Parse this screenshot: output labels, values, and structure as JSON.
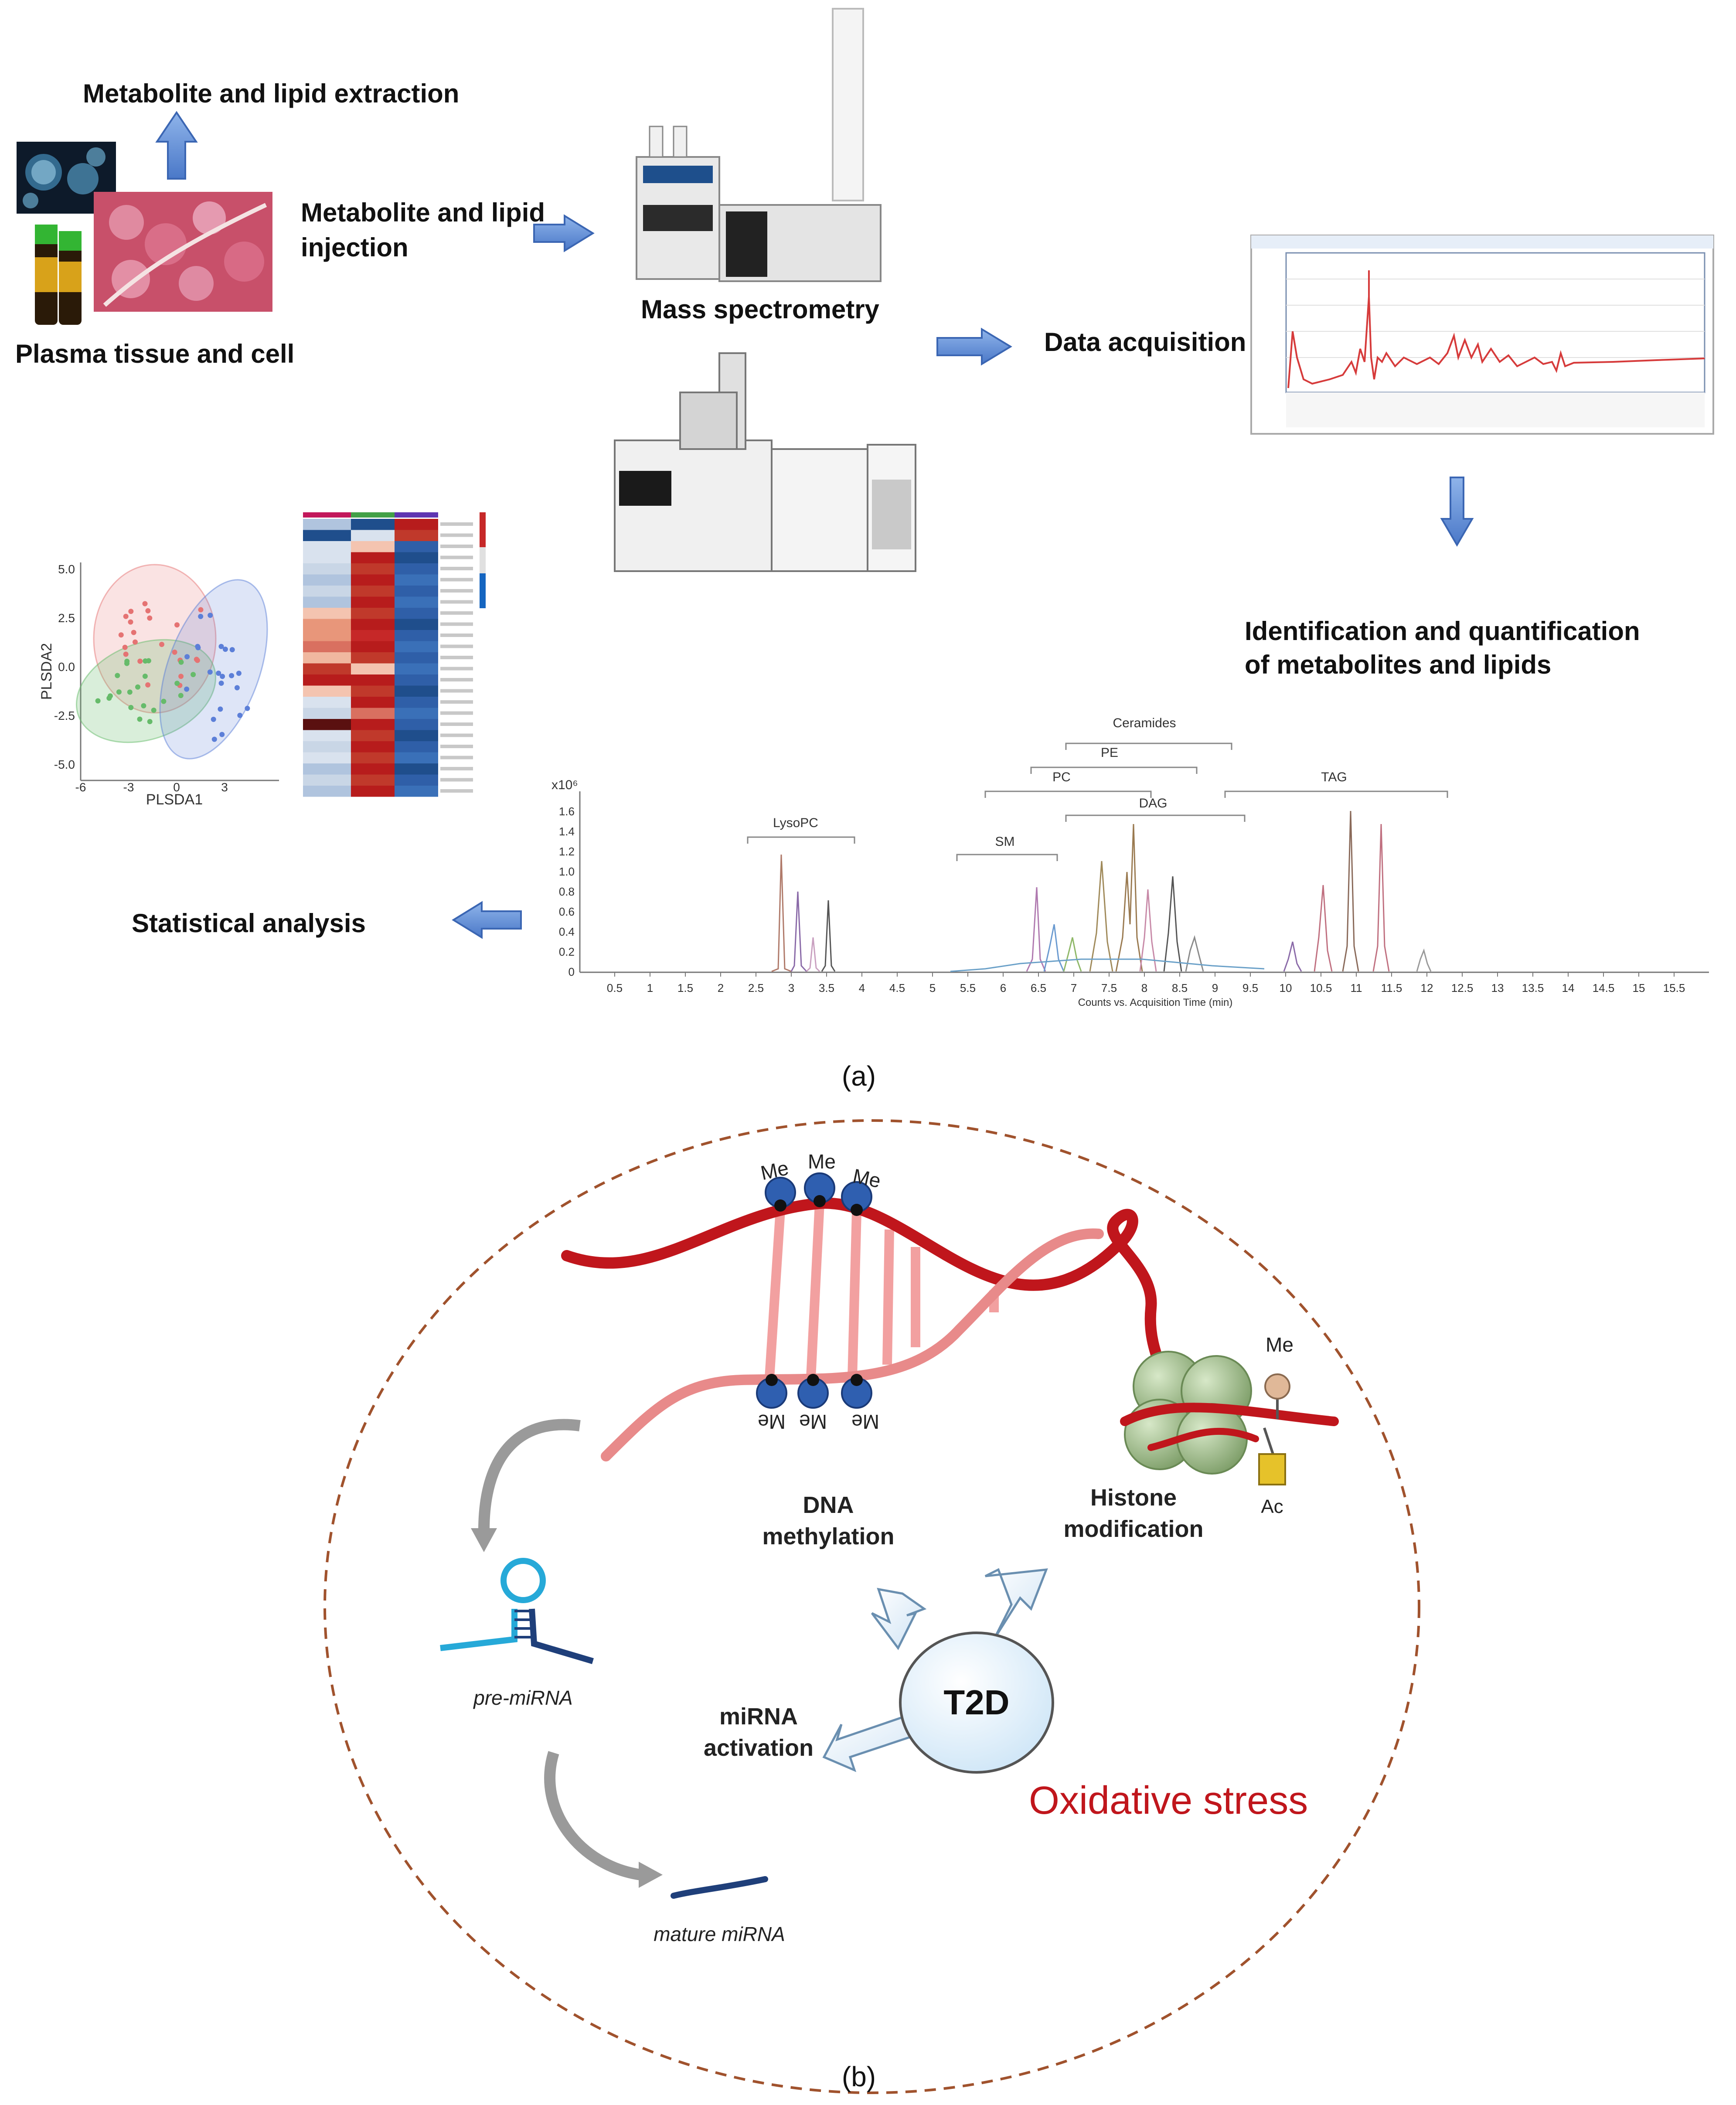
{
  "panel_a": {
    "steps": {
      "extraction": "Metabolite and lipid extraction",
      "injection_line1": "Metabolite and lipid",
      "injection_line2": "injection",
      "sample": "Plasma tissue and cell",
      "ms": "Mass spectrometry",
      "acquisition": "Data acquisition",
      "ident_line1": "Identification and quantification",
      "ident_line2": "of metabolites and lipids",
      "stats": "Statistical analysis"
    },
    "pls_plot": {
      "ylabel": "PLSDA2",
      "xlabel": "PLSDA1",
      "yticks": [
        "5.0",
        "2.5",
        "0.0",
        "-2.5",
        "-5.0"
      ],
      "xticks": [
        "-6",
        "-3",
        "0",
        "3"
      ],
      "groups": [
        {
          "color": "#e57373"
        },
        {
          "color": "#66bb6a"
        },
        {
          "color": "#5c7fd8"
        }
      ]
    },
    "chromatogram": {
      "exponent": "x10⁶",
      "xlabel": "Counts vs. Acquisition Time (min)",
      "yticks": [
        "1.6",
        "1.4",
        "1.2",
        "1.0",
        "0.8",
        "0.6",
        "0.4",
        "0.2",
        "0"
      ],
      "xticks": [
        "0.5",
        "1",
        "1.5",
        "2",
        "2.5",
        "3",
        "3.5",
        "4",
        "4.5",
        "5",
        "5.5",
        "6",
        "6.5",
        "7",
        "7.5",
        "8",
        "8.5",
        "9",
        "9.5",
        "10",
        "10.5",
        "11",
        "11.5",
        "12",
        "12.5",
        "13",
        "13.5",
        "14",
        "14.5",
        "15",
        "15.5"
      ],
      "classes": [
        "Ceramides",
        "PE",
        "PC",
        "TAG",
        "DAG",
        "LysoPC",
        "SM"
      ]
    },
    "caption": "(a)"
  },
  "panel_b": {
    "me": "Me",
    "ac": "Ac",
    "dna_line1": "DNA",
    "dna_line2": "methylation",
    "histone_line1": "Histone",
    "histone_line2": "modification",
    "pre_mirna": "pre-miRNA",
    "mature_mirna": "mature miRNA",
    "mirna_line1": "miRNA",
    "mirna_line2": "activation",
    "t2d": "T2D",
    "oxidative": "Oxidative stress",
    "caption": "(b)",
    "colors": {
      "oxidative": "#c0161c",
      "dna": "#c0161c",
      "rung": "#f2a0a0",
      "methyl": "#2f5fb0",
      "histone": "#9fbf8a"
    }
  }
}
